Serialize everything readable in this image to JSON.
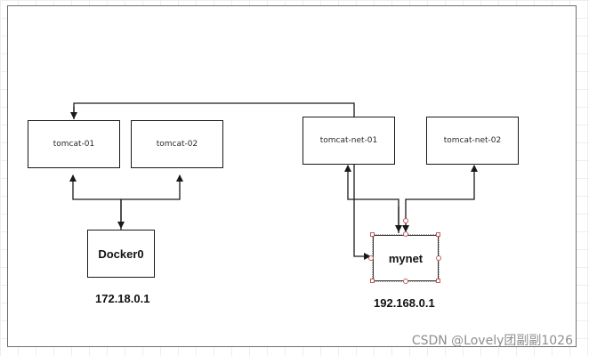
{
  "diagram": {
    "nodes": {
      "tomcat_01": "tomcat-01",
      "tomcat_02": "tomcat-02",
      "tomcat_net_01": "tomcat-net-01",
      "tomcat_net_02": "tomcat-net-02",
      "docker0": "Docker0",
      "mynet": "mynet"
    },
    "ips": {
      "docker0": "172.18.0.1",
      "mynet": "192.168.0.1"
    },
    "edges": [
      {
        "from": "Docker0",
        "to": "tomcat-01"
      },
      {
        "from": "Docker0",
        "to": "tomcat-02"
      },
      {
        "from": "mynet",
        "to": "tomcat-net-01"
      },
      {
        "from": "mynet",
        "to": "tomcat-net-02"
      },
      {
        "from": "tomcat-01",
        "to": "mynet"
      }
    ],
    "colors": {
      "line": "#1a1a1a",
      "handle": "#c06060",
      "watermark": "#8e8e8e"
    }
  },
  "watermark": "CSDN @Lovely团副副1026"
}
